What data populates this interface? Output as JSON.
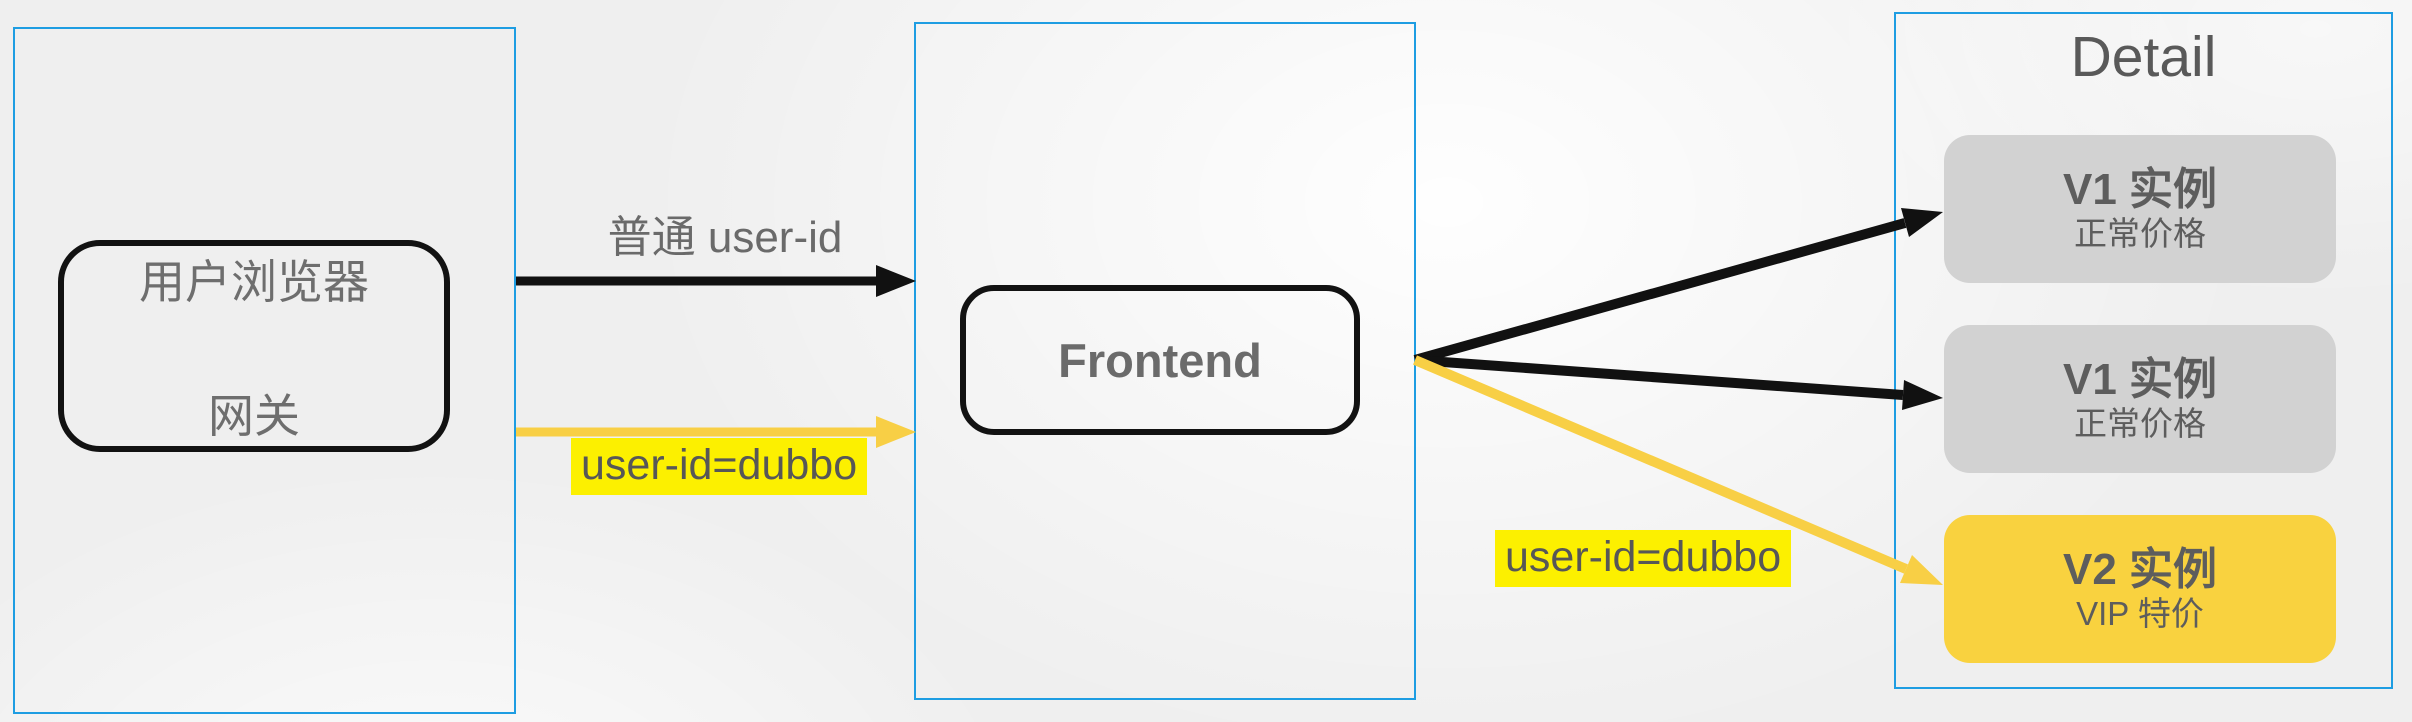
{
  "colors": {
    "container-border": "#1e9de2",
    "instance-normal-bg": "#d2d2d2",
    "instance-vip-bg": "#f9d23f",
    "highlight": "#fcf000",
    "arrow-black": "#111111",
    "arrow-yellow": "#f8cf45"
  },
  "gateway_node": {
    "line1": "用户浏览器",
    "line2": "网关"
  },
  "frontend_node": {
    "label": "Frontend"
  },
  "flow_labels": {
    "normal_prefix": "普通",
    "normal_suffix": " user-id",
    "dubbo_left": "user-id=dubbo",
    "dubbo_right": "user-id=dubbo"
  },
  "detail_panel": {
    "title": "Detail",
    "instances": [
      {
        "name": "V1 实例",
        "desc": "正常价格",
        "type": "normal"
      },
      {
        "name": "V1 实例",
        "desc": "正常价格",
        "type": "normal"
      },
      {
        "name": "V2 实例",
        "desc": "VIP 特价",
        "type": "vip"
      }
    ]
  }
}
